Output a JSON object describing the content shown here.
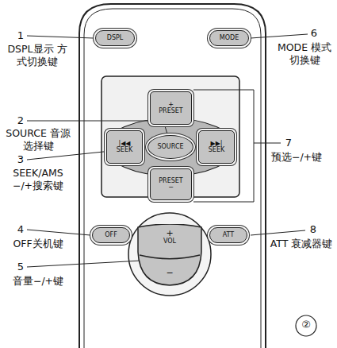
{
  "diagram": {
    "nodes": [
      {
        "text": [
          "DSPL"
        ]
      },
      {
        "text": [
          "MODE"
        ]
      },
      {
        "text": [
          "+",
          "PRESET"
        ]
      },
      {
        "text": [
          "|◀◀",
          "SEEK"
        ]
      },
      {
        "text": [
          "SOURCE"
        ]
      },
      {
        "text": [
          "▶▶|",
          "SEEK"
        ]
      },
      {
        "text": [
          "PRESET",
          "−"
        ]
      },
      {
        "text": [
          "OFF"
        ]
      },
      {
        "text": [
          "+",
          "VOL",
          "−"
        ]
      },
      {
        "text": [
          "ATT"
        ]
      }
    ],
    "labels": [
      "1",
      "DSPL显示 方式切换键",
      "2",
      "SOURCE 音源选择键",
      "3",
      "SEEK/AMS −/+搜索键",
      "4",
      "OFF关机键",
      "5",
      "音量−/+键",
      "6",
      "MODE 模式切换键",
      "7",
      "预选−/+键",
      "8",
      "ATT 衰减器键",
      "②"
    ]
  }
}
